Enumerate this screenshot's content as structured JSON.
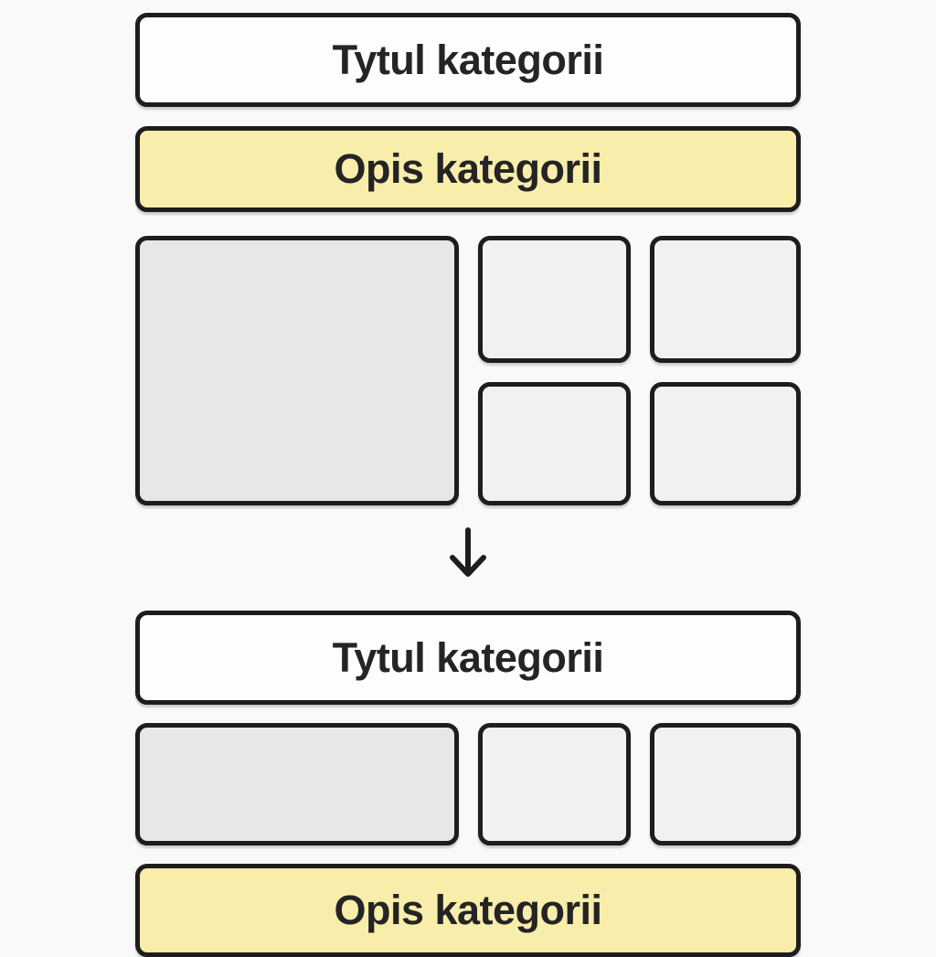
{
  "colors": {
    "line": "#1d1d1d",
    "panel-white": "#fdfdfd",
    "panel-yellow": "#f8edab",
    "placeholder-dark": "#e7e7e7",
    "placeholder-light": "#f1f1f1",
    "text": "#242424",
    "background": "#f9f9f9"
  },
  "sections": {
    "before": {
      "title": "Tytul kategorii",
      "description": "Opis kategorii"
    },
    "arrow": {
      "icon": "arrow-down",
      "glyph": "↓"
    },
    "after": {
      "title": "Tytul kategorii",
      "description": "Opis kategorii"
    }
  }
}
